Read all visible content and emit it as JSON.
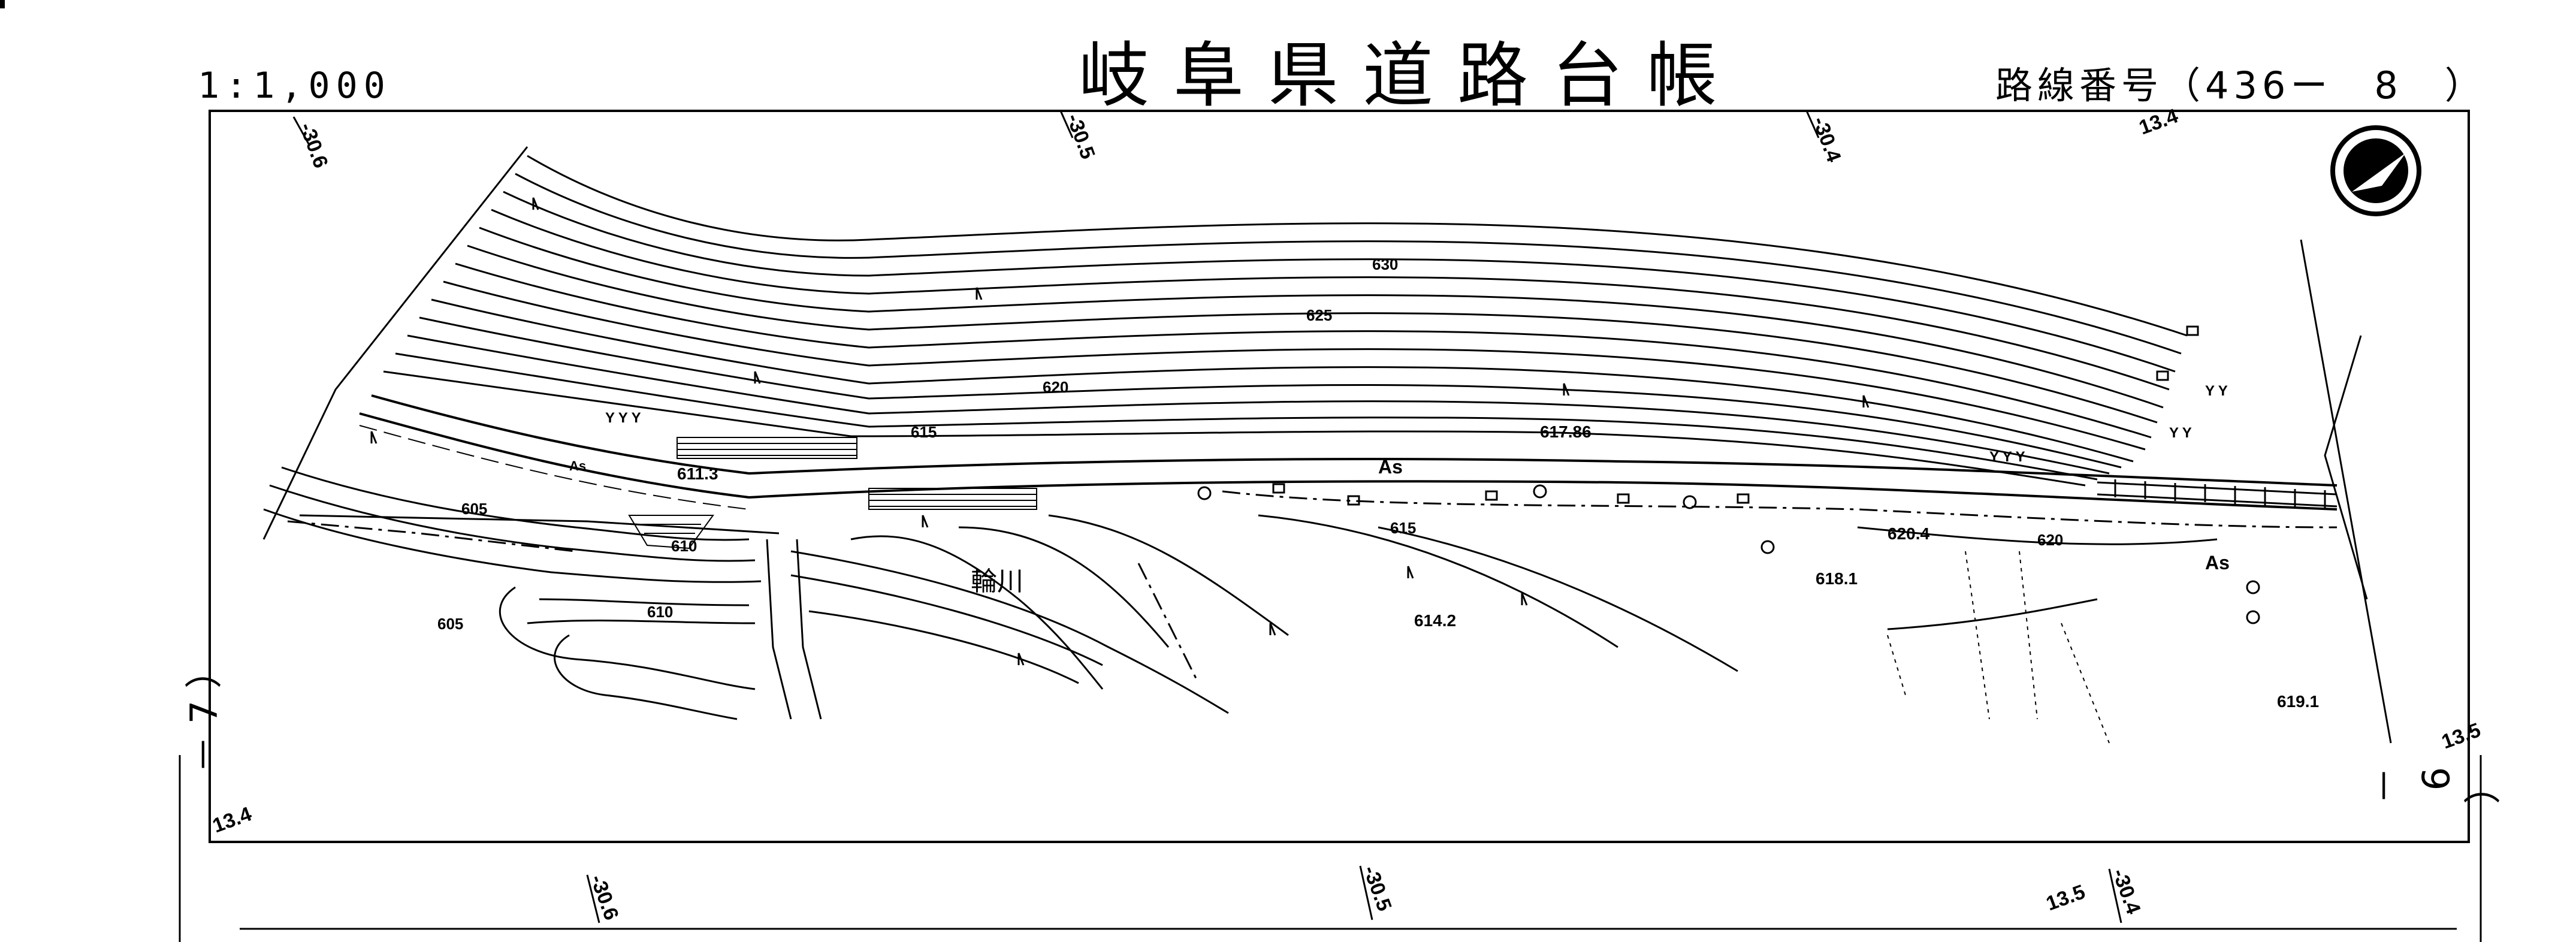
{
  "header": {
    "title": "岐阜県道路台帳",
    "scale": "1:1,000",
    "route": "路線番号（436ー　8　）"
  },
  "side": {
    "left": "－ 7 ）",
    "right": "（ 9 －"
  },
  "map": {
    "contours": [
      "630",
      "625",
      "620",
      "615",
      "610",
      "605",
      "610",
      "605",
      "615",
      "620"
    ],
    "spot_heights": [
      "611.3",
      "617.86",
      "620.4",
      "618.1",
      "614.2",
      "619.1"
    ],
    "river": "輪川",
    "chainage_top": [
      "-30.6",
      "-30.5",
      "-30.4",
      "13.4"
    ],
    "chainage_bottom": [
      "-30.6",
      "-30.5",
      "13.5",
      "-30.4"
    ],
    "chainage_sides": [
      "13.4",
      "13.5"
    ],
    "pavement": [
      "As",
      "As",
      "As"
    ],
    "north_symbol": "north-arrow"
  }
}
